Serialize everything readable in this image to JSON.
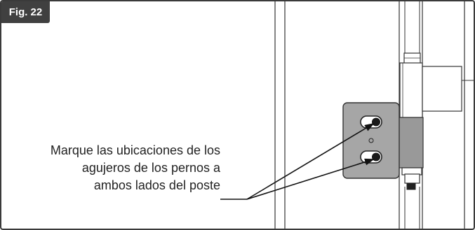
{
  "figure": {
    "label": "Fig. 22"
  },
  "callout": {
    "line1": "Marque las ubicaciones de los",
    "line2": "agujeros de los pernos a",
    "line3": "ambos lados del poste"
  },
  "colors": {
    "frame": "#3a3a3a",
    "tab": "#404040",
    "plate": "#a6a6a6",
    "bracket": "#999999",
    "line": "#222222"
  }
}
